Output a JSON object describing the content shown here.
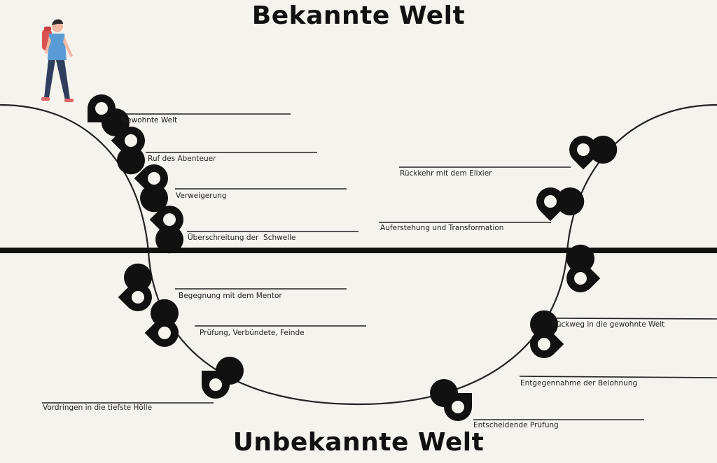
{
  "diagram": {
    "title_top": "Bekannte Welt",
    "title_bottom": "Unbekannte Welt",
    "stages": [
      {
        "id": "gewohnte-welt",
        "label": "Gewohnte Welt"
      },
      {
        "id": "ruf-des-abenteuer",
        "label": "Ruf des Abenteuer"
      },
      {
        "id": "verweigerung",
        "label": "Verweigerung"
      },
      {
        "id": "ueberschreitung",
        "label": "Überschreitung der  Schwelle"
      },
      {
        "id": "mentor",
        "label": "Begegnung mit dem Mentor"
      },
      {
        "id": "pruefung-verbuendete",
        "label": "Prüfung, Verbündete, Feinde"
      },
      {
        "id": "tiefste-hoelle",
        "label": "Vordringen in die tiefste Hölle"
      },
      {
        "id": "entscheidende-pruefung",
        "label": "Entscheidende Prüfung"
      },
      {
        "id": "belohnung",
        "label": "Entgegennahme der Belohnung"
      },
      {
        "id": "rueckweg",
        "label": "Rückweg in die gewohnte Welt"
      },
      {
        "id": "auferstehung",
        "label": "Auferstehung und Transformation"
      },
      {
        "id": "elixier",
        "label": "Rückkehr mit dem Elixier"
      }
    ],
    "colors": {
      "background": "#f5f3ee",
      "ink": "#111111",
      "hiker_shirt": "#5b9bd5",
      "hiker_pants": "#2f3e5c",
      "hiker_skin": "#f2b8a2",
      "hiker_backpack": "#d9534f"
    }
  }
}
